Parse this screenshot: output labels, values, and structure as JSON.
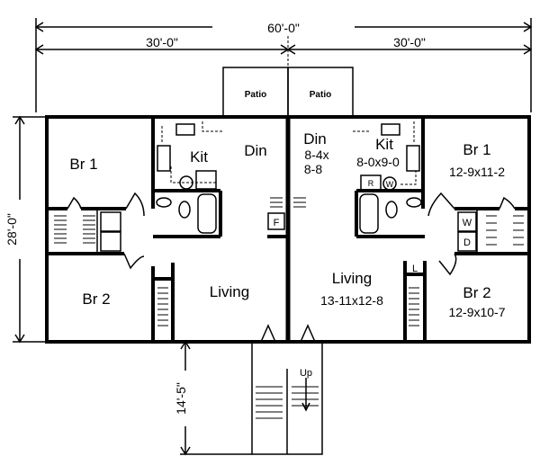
{
  "dimensions": {
    "overall_width": "60'-0\"",
    "half_left": "30'-0\"",
    "half_right": "30'-0\"",
    "depth": "28'-0\"",
    "stair_depth": "14'-5\""
  },
  "left_unit": {
    "patio": "Patio",
    "br1": "Br 1",
    "kit": "Kit",
    "din": "Din",
    "br2": "Br 2",
    "living": "Living",
    "furnace": "F"
  },
  "right_unit": {
    "patio": "Patio",
    "din": "Din",
    "din_size_1": "8-4x",
    "din_size_2": "8-8",
    "kit": "Kit",
    "kit_size": "8-0x9-0",
    "br1": "Br 1",
    "br1_size": "12-9x11-2",
    "living": "Living",
    "living_size": "13-11x12-8",
    "br2": "Br 2",
    "br2_size": "12-9x10-7",
    "washer": "W",
    "dryer": "D",
    "linen": "L",
    "refrigerator": "R",
    "water_heater": "W"
  },
  "stairs": {
    "up": "Up"
  }
}
